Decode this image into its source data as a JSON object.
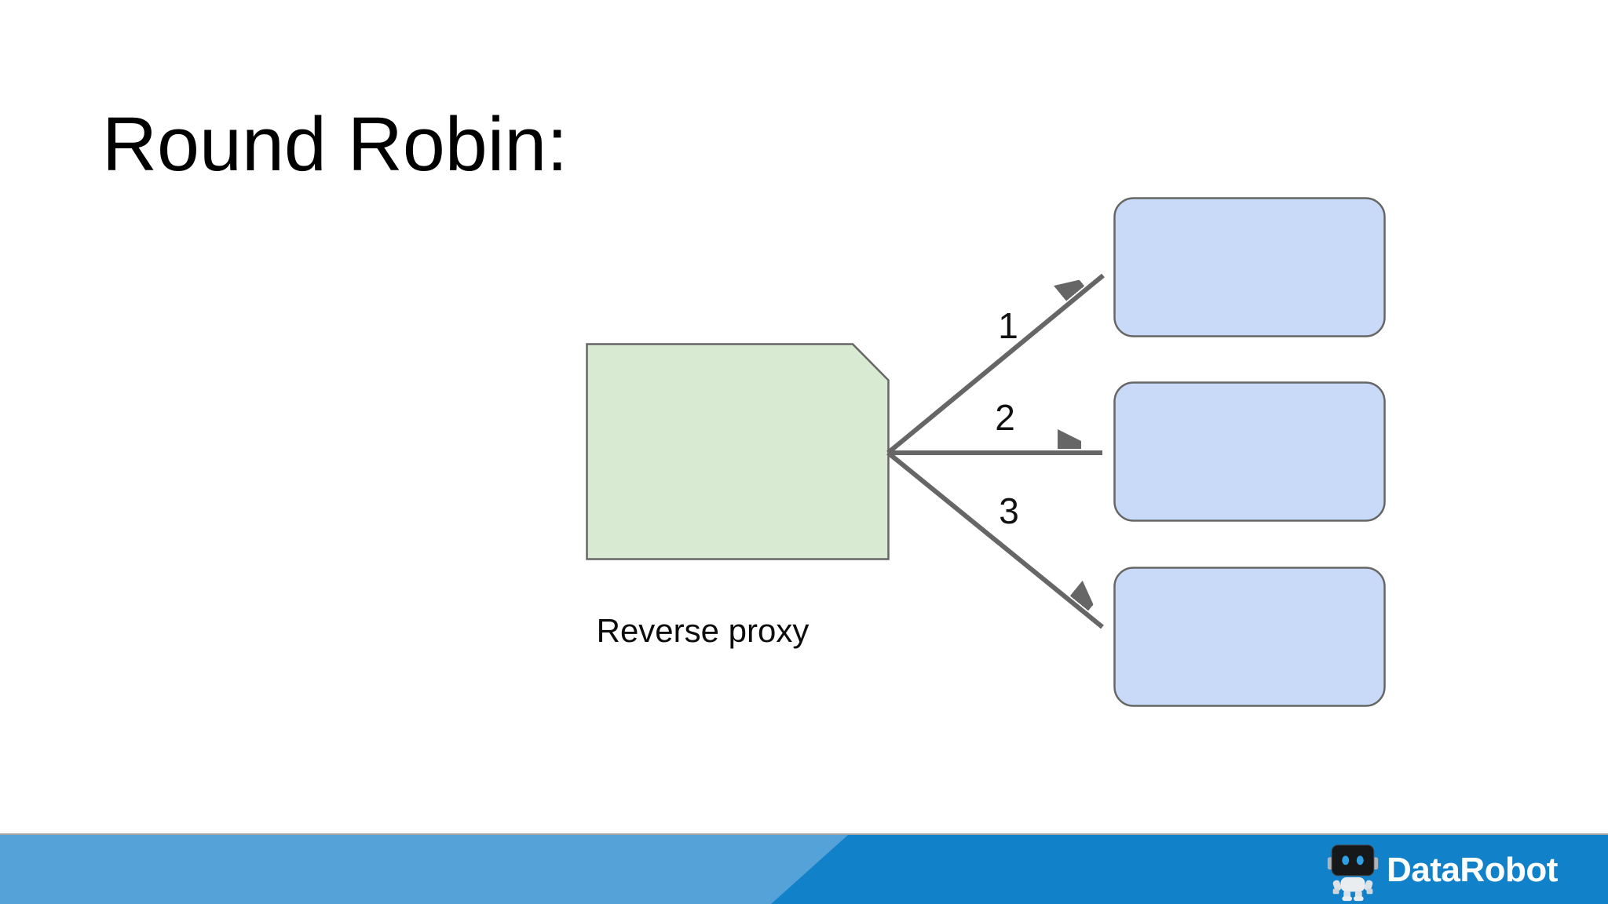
{
  "slide": {
    "title": "Round Robin:",
    "background_color": "#ffffff"
  },
  "diagram": {
    "proxy_label": "Reverse proxy",
    "proxy_box": {
      "shape": "rectangle-with-cut-top-right-corner",
      "fill": "#d9ead3",
      "stroke": "#666666"
    },
    "server_box": {
      "count": 3,
      "fill": "#c9daf8",
      "stroke": "#666666"
    },
    "arrow_color": "#666666",
    "arrows": [
      {
        "label": "1"
      },
      {
        "label": "2"
      },
      {
        "label": "3"
      }
    ]
  },
  "footer": {
    "brand": "DataRobot",
    "bar_left_color": "#55a2d8",
    "bar_right_color": "#1181ca",
    "robot_icon": "datarobot-robot-icon"
  }
}
